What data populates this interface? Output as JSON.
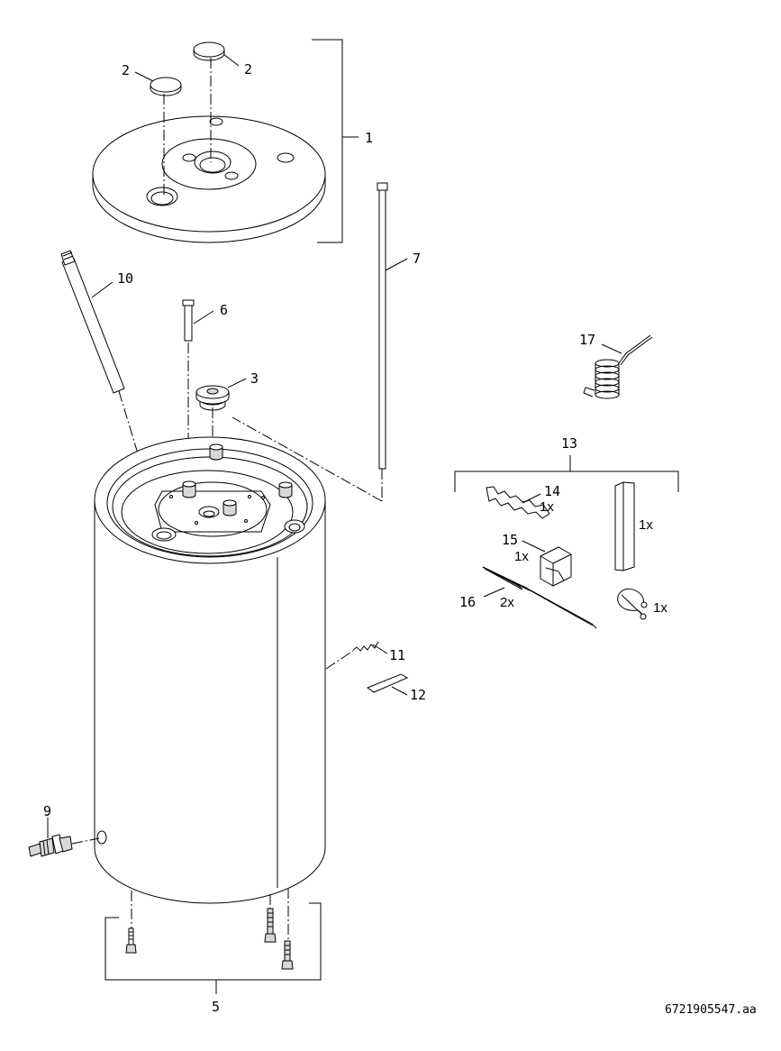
{
  "callouts": {
    "c1": "1",
    "c2a": "2",
    "c2b": "2",
    "c3": "3",
    "c5": "5",
    "c6": "6",
    "c7": "7",
    "c9": "9",
    "c10": "10",
    "c11": "11",
    "c12": "12",
    "c13": "13",
    "c14": "14",
    "c15": "15",
    "c16": "16",
    "c17": "17"
  },
  "quantities": {
    "q14": "1x",
    "q15": "1x",
    "q16": "2x",
    "q_strip": "1x",
    "q_clip": "1x"
  },
  "document_id": "6721905547.aa"
}
